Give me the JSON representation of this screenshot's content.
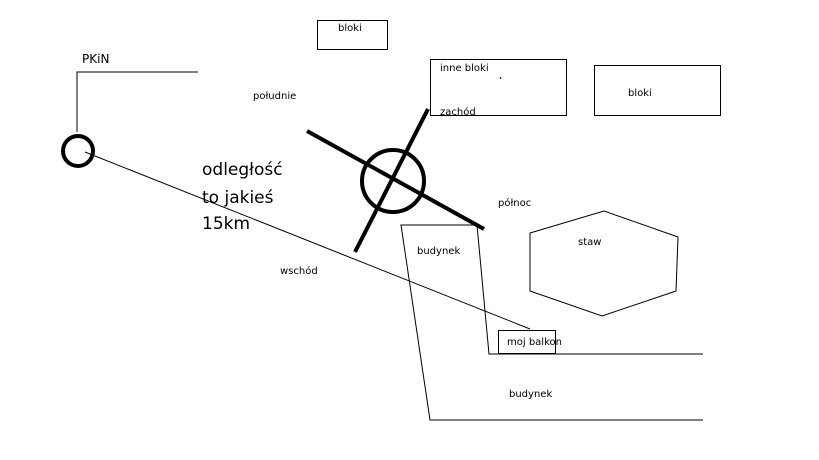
{
  "labels": {
    "pkin": "PKiN",
    "bloki_top": "bloki",
    "inne_bloki": "inne bloki",
    "bloki_right": "bloki",
    "poludnie": "południe",
    "zachod": "zachód",
    "polnoc": "północ",
    "wschod": "wschód",
    "budynek_1": "budynek",
    "budynek_2": "budynek",
    "staw": "staw",
    "moj_balkon": "moj balkon",
    "distance_line1": "odległość",
    "distance_line2": "to jakieś",
    "distance_line3": "15km"
  },
  "colors": {
    "stroke": "#000000",
    "background": "#ffffff"
  }
}
